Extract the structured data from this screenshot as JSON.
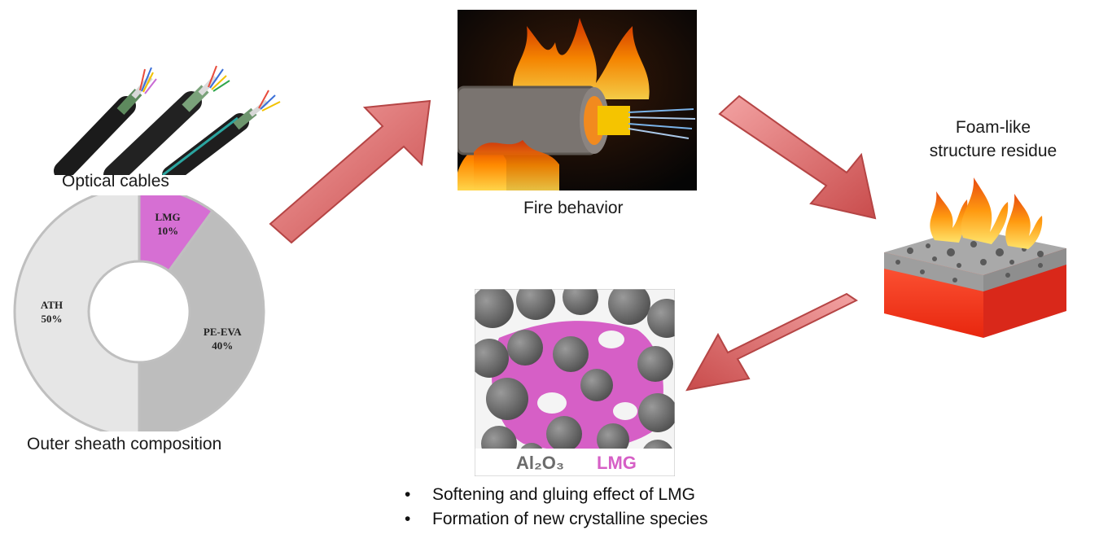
{
  "labels": {
    "optical_cables": "Optical cables",
    "outer_sheath": "Outer sheath composition",
    "fire_behavior": "Fire behavior",
    "foam_line1": "Foam-like",
    "foam_line2": "structure residue"
  },
  "bullets": [
    "Softening and gluing effect of LMG",
    "Formation of new crystalline species"
  ],
  "residue_legend": {
    "alumina": "Al₂O₃",
    "lmg": "LMG"
  },
  "chart_data": {
    "type": "pie",
    "donut": true,
    "slices": [
      {
        "label": "LMG",
        "value_label": "10%",
        "value": 10,
        "color": "#d66fd3"
      },
      {
        "label": "PE-EVA",
        "value_label": "40%",
        "value": 40,
        "color": "#bdbdbd"
      },
      {
        "label": "ATH",
        "value_label": "50%",
        "value": 50,
        "color": "#e6e6e6"
      }
    ]
  },
  "colors": {
    "arrow": "#e26b6b",
    "lmg_pink": "#d65fc6",
    "alumina_grey": "#6c6c6c",
    "flame": "#f57c00"
  }
}
